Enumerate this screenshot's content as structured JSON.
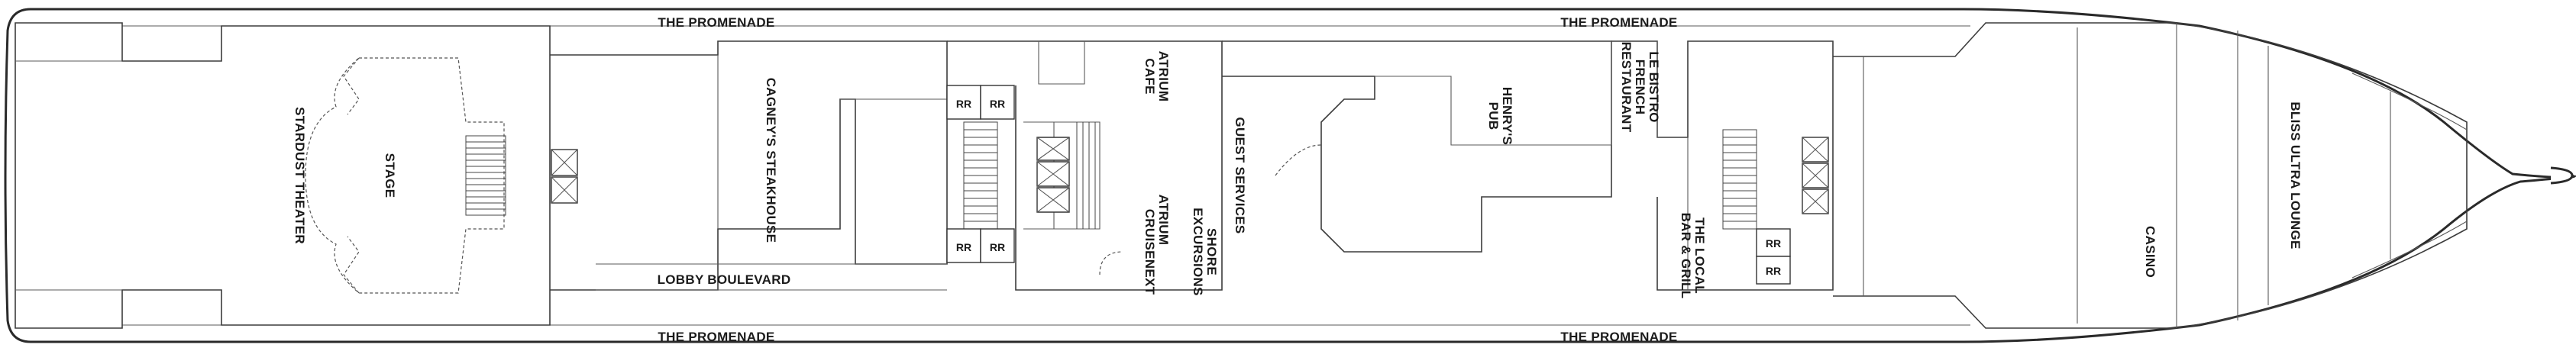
{
  "promenade": {
    "label": "THE PROMENADE"
  },
  "venues": {
    "stardust_theater": "STARDUST THEATER",
    "stage": "STAGE",
    "cagneys": "CAGNEY'S STEAKHOUSE",
    "lobby_boulevard": "LOBBY BOULEVARD",
    "atrium_cafe_1": "ATRIUM",
    "atrium_cafe_2": "CAFE",
    "atrium": "ATRIUM",
    "cruisenext": "CRUISENEXT",
    "shore_1": "SHORE",
    "shore_2": "EXCURSIONS",
    "guest_services": "GUEST SERVICES",
    "henrys_1": "HENRY'S",
    "henrys_2": "PUB",
    "lebistro_1": "LE BISTRO",
    "lebistro_2": "FRENCH",
    "lebistro_3": "RESTAURANT",
    "local_1": "THE LOCAL",
    "local_2": "BAR & GRILL",
    "casino": "CASINO",
    "bliss": "BLISS ULTRA LOUNGE"
  },
  "restroom": {
    "label": "RR"
  }
}
